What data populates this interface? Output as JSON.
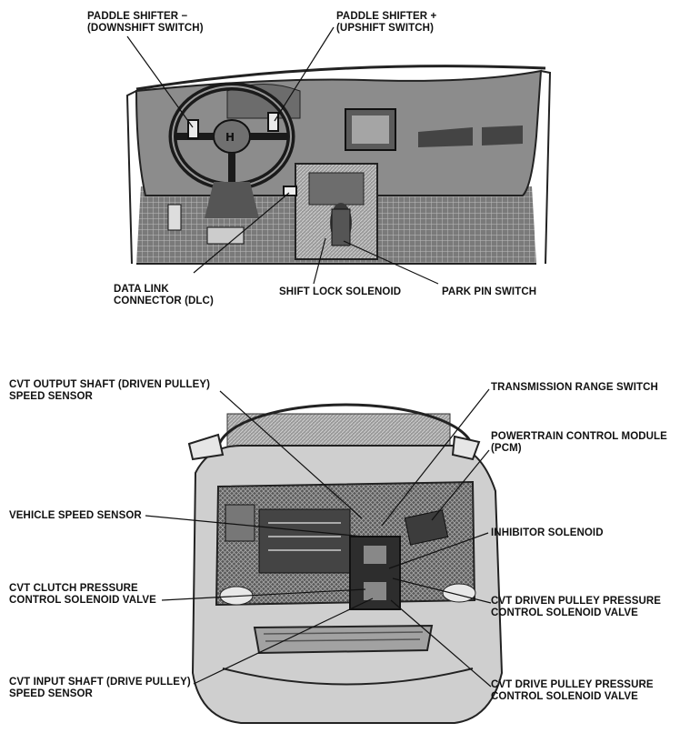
{
  "dashboard_labels": {
    "paddle_minus": [
      "PADDLE SHIFTER −",
      "(DOWNSHIFT SWITCH)"
    ],
    "paddle_plus": [
      "PADDLE SHIFTER +",
      "(UPSHIFT SWITCH)"
    ],
    "dlc": [
      "DATA LINK",
      "CONNECTOR (DLC)"
    ],
    "shift_lock": [
      "SHIFT LOCK SOLENOID"
    ],
    "park_pin": [
      "PARK PIN SWITCH"
    ]
  },
  "engine_labels": {
    "cvt_output": [
      "CVT OUTPUT SHAFT (DRIVEN PULLEY)",
      "SPEED SENSOR"
    ],
    "trans_range": [
      "TRANSMISSION RANGE SWITCH"
    ],
    "pcm": [
      "POWERTRAIN CONTROL MODULE",
      "(PCM)"
    ],
    "vehicle_speed": [
      "VEHICLE SPEED SENSOR"
    ],
    "inhibitor": [
      "INHIBITOR SOLENOID"
    ],
    "clutch_pressure": [
      "CVT CLUTCH PRESSURE",
      "CONTROL SOLENOID VALVE"
    ],
    "driven_pressure": [
      "CVT DRIVEN PULLEY PRESSURE",
      "CONTROL SOLENOID VALVE"
    ],
    "cvt_input": [
      "CVT INPUT SHAFT (DRIVE PULLEY)",
      "SPEED SENSOR"
    ],
    "drive_pressure": [
      "CVT DRIVE PULLEY PRESSURE",
      "CONTROL SOLENOID VALVE"
    ]
  }
}
